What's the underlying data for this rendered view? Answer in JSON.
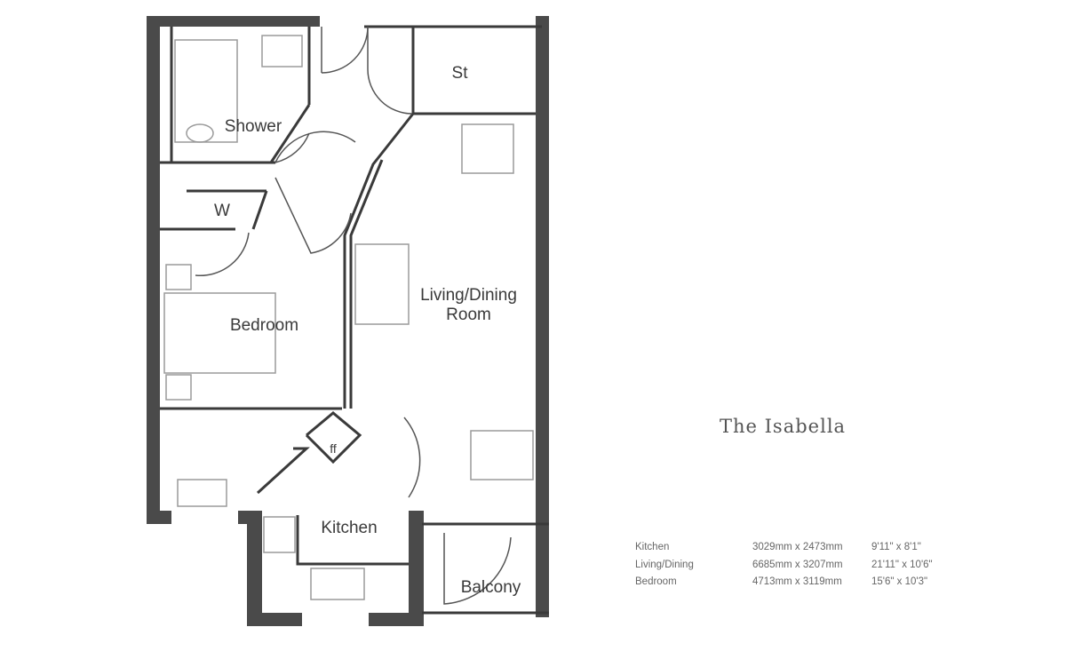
{
  "title": "The Isabella",
  "rooms": {
    "shower": "Shower",
    "store": "St",
    "wardrobe": "W",
    "bedroom": "Bedroom",
    "living_line1": "Living/Dining",
    "living_line2": "Room",
    "fridge": "ff",
    "kitchen": "Kitchen",
    "balcony": "Balcony"
  },
  "dimensions": [
    {
      "room": "Kitchen",
      "metric": "3029mm x 2473mm",
      "imperial": "9'11\" x 8'1\""
    },
    {
      "room": "Living/Dining",
      "metric": "6685mm x 3207mm",
      "imperial": "21'11\" x 10'6\""
    },
    {
      "room": "Bedroom",
      "metric": "4713mm x 3119mm",
      "imperial": "15'6\" x 10'3\""
    }
  ],
  "colors": {
    "wall": "#4a4a4a",
    "line": "#3a3a3a",
    "furniture": "#9a9a9a"
  }
}
